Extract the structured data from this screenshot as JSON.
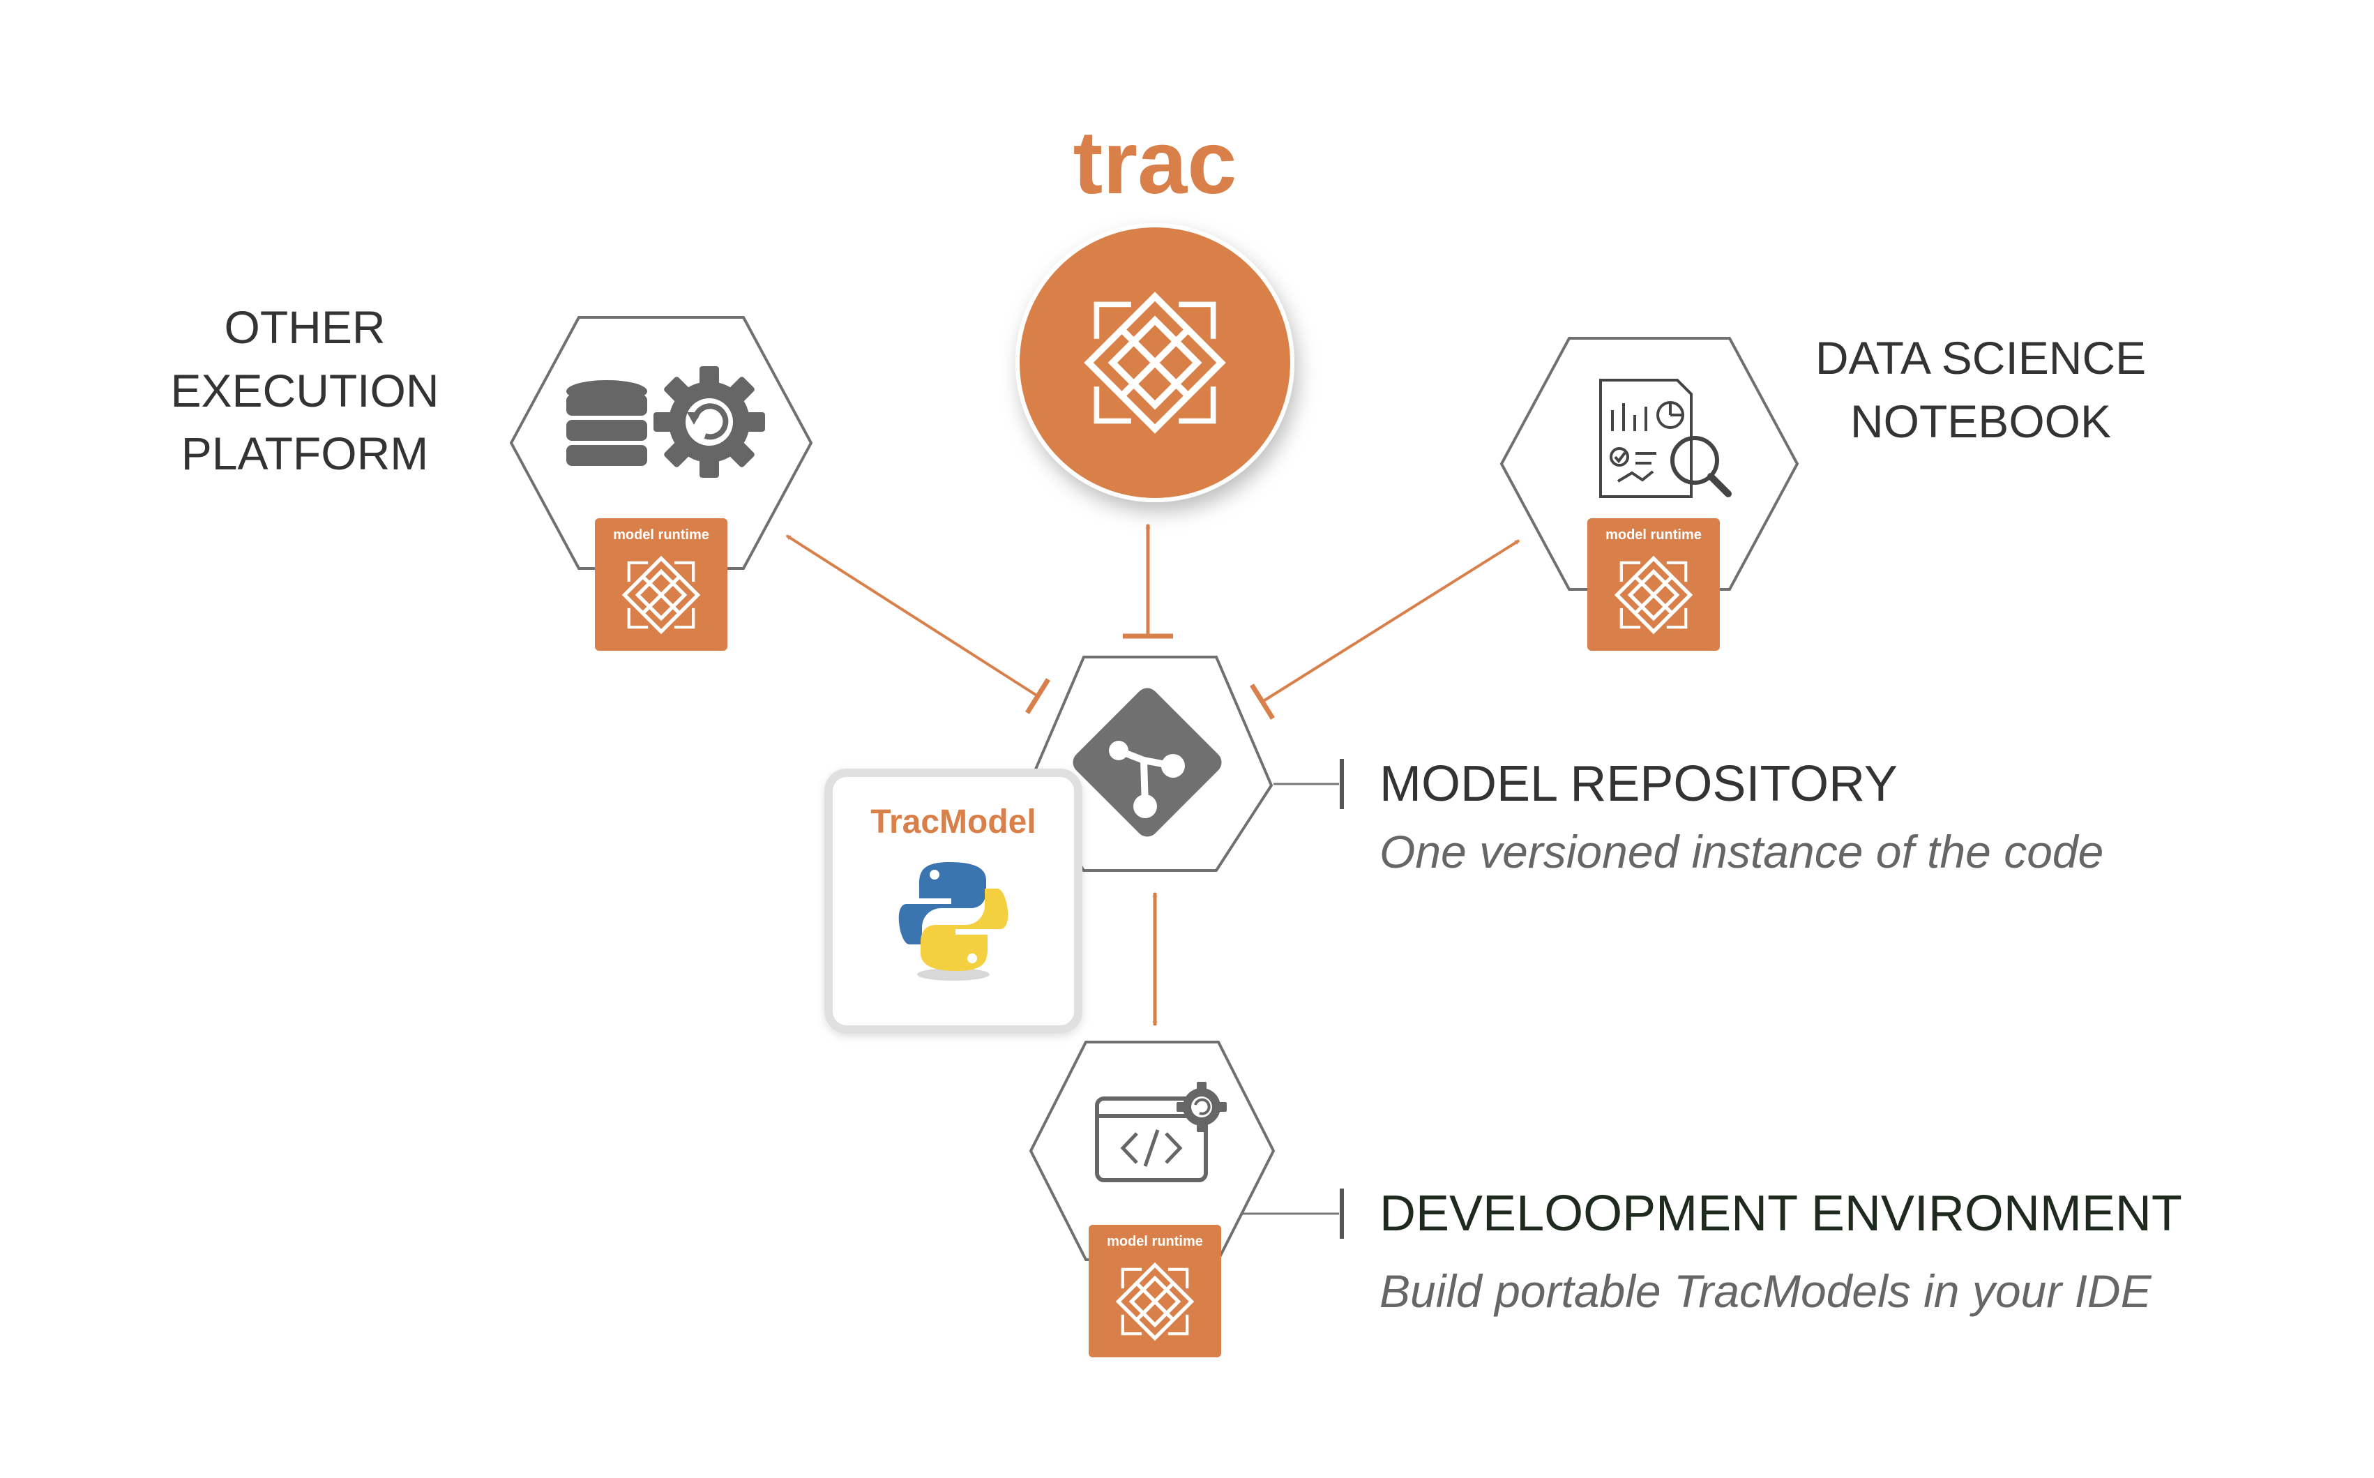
{
  "brand": {
    "name": "trac"
  },
  "nodes": {
    "other_platform": {
      "label_lines": [
        "OTHER",
        "EXECUTION",
        "PLATFORM"
      ],
      "badge": "model runtime",
      "icon": "database-gear-icon"
    },
    "notebook": {
      "label_lines": [
        "DATA SCIENCE",
        "NOTEBOOK"
      ],
      "badge": "model runtime",
      "icon": "report-analytics-icon"
    },
    "repository": {
      "title": "MODEL REPOSITORY",
      "subtitle": "One versioned instance of the code",
      "icon": "git-branch-icon"
    },
    "dev_env": {
      "title": "DEVELOOPMENT ENVIRONMENT",
      "subtitle": "Build portable TracModels in your IDE",
      "badge": "model runtime",
      "icon": "code-window-gear-icon"
    },
    "tracmodel": {
      "label": "TracModel",
      "icon": "python-logo-icon"
    }
  },
  "colors": {
    "accent": "#d9804a",
    "hex_stroke": "#707070",
    "text": "#333333",
    "subtitle": "#666666",
    "dev_title": "#1e2a1e",
    "box_border": "#e0e0e0"
  }
}
